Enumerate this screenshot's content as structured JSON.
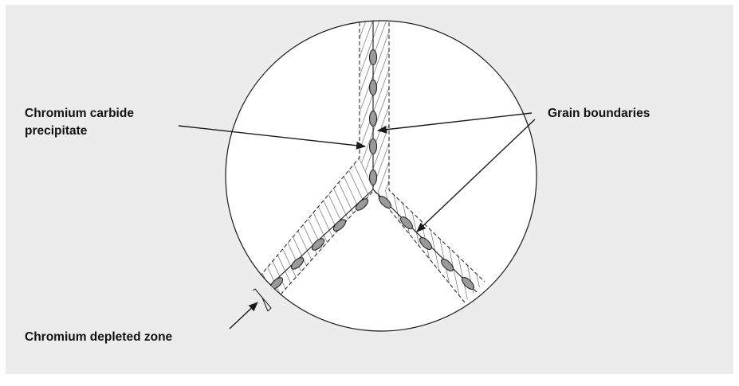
{
  "labels": {
    "chromium_carbide_line1": "Chromium carbide",
    "chromium_carbide_line2": "precipitate",
    "grain_boundaries": "Grain boundaries",
    "chromium_depleted_zone": "Chromium depleted zone"
  },
  "colors": {
    "background": "#ececec",
    "circle_fill": "#ffffff",
    "line": "#1a1a1a",
    "precipitate": "#9a9a9a"
  }
}
